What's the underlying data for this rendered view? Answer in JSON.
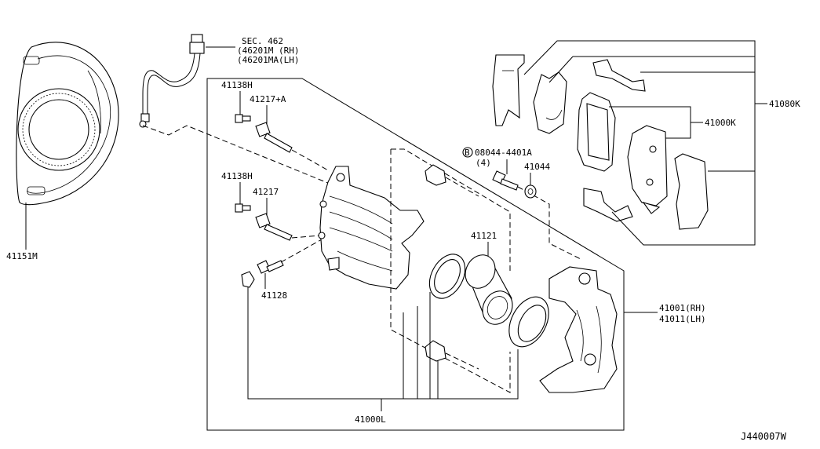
{
  "diagram_code": "J440007W",
  "labels": {
    "sec": "SEC. 462",
    "hose_rh": "(46201M (RH)",
    "hose_lh": "(46201MA(LH)",
    "bolt_a": "41138H",
    "pin_a": "41217+A",
    "bolt_b": "41138H",
    "pin_b": "41217",
    "bleeder": "41128",
    "shield": "41151M",
    "bolt_circle": "B",
    "bolt_code": "08044-4401A",
    "bolt_qty": "(4)",
    "washer": "41044",
    "piston": "41121",
    "caliper_rh": "41001(RH)",
    "caliper_lh": "41011(LH)",
    "seal_kit": "41000L",
    "pad_kit": "41080K",
    "pads": "41000K"
  }
}
